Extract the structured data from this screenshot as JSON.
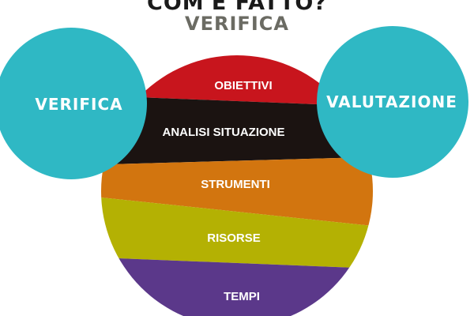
{
  "title": {
    "line1": "COM'È FATTO?",
    "line2": "VERIFICA"
  },
  "left_circle": {
    "label": "VERIFICA",
    "color": "#2fb8c4"
  },
  "right_circle": {
    "label": "VALUTAZIONE",
    "color": "#2fb8c4"
  },
  "bands": [
    {
      "label": "OBIETTIVI",
      "color": "#c8151d"
    },
    {
      "label": "ANALISI SITUAZIONE",
      "color": "#1b1311"
    },
    {
      "label": "STRUMENTI",
      "color": "#d2750f"
    },
    {
      "label": "RISORSE",
      "color": "#b4b103"
    },
    {
      "label": "TEMPI",
      "color": "#5b388a"
    }
  ]
}
